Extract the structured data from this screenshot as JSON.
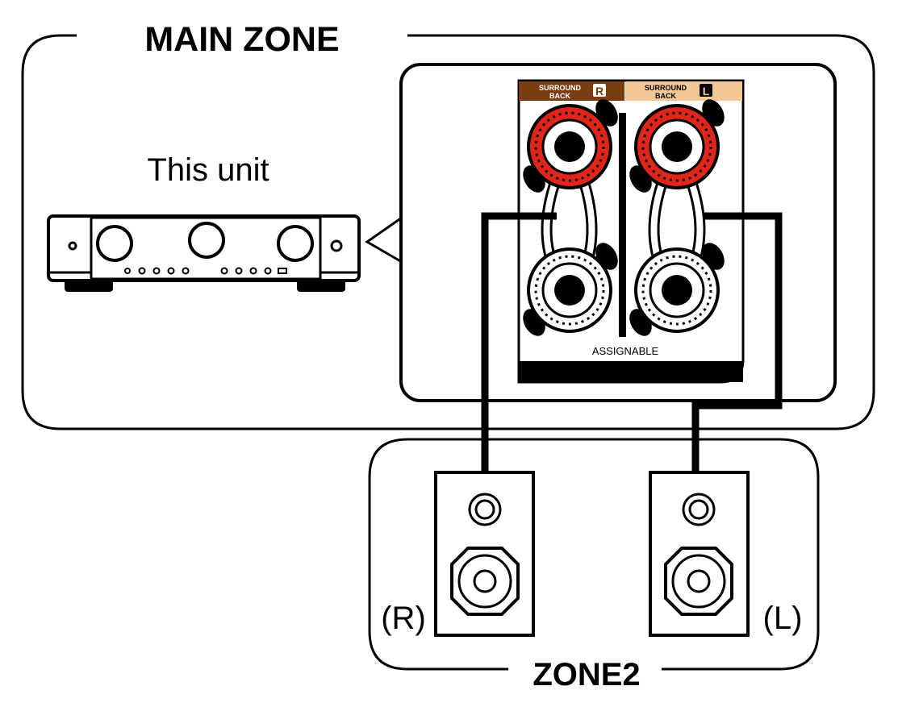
{
  "main_zone": {
    "title": "MAIN ZONE"
  },
  "zone2": {
    "title": "ZONE2"
  },
  "unit": {
    "label": "This unit"
  },
  "terminals": {
    "right_channel": {
      "line1": "SURROUND",
      "line2": "BACK",
      "channel": "R",
      "color": "#7a3d12"
    },
    "left_channel": {
      "line1": "SURROUND",
      "line2": "BACK",
      "channel": "L",
      "color": "#f2c896"
    },
    "assignable_label": "ASSIGNABLE",
    "positive_color": "#e0261b"
  },
  "speakers": {
    "right": {
      "label": "(R)"
    },
    "left": {
      "label": "(L)"
    }
  }
}
